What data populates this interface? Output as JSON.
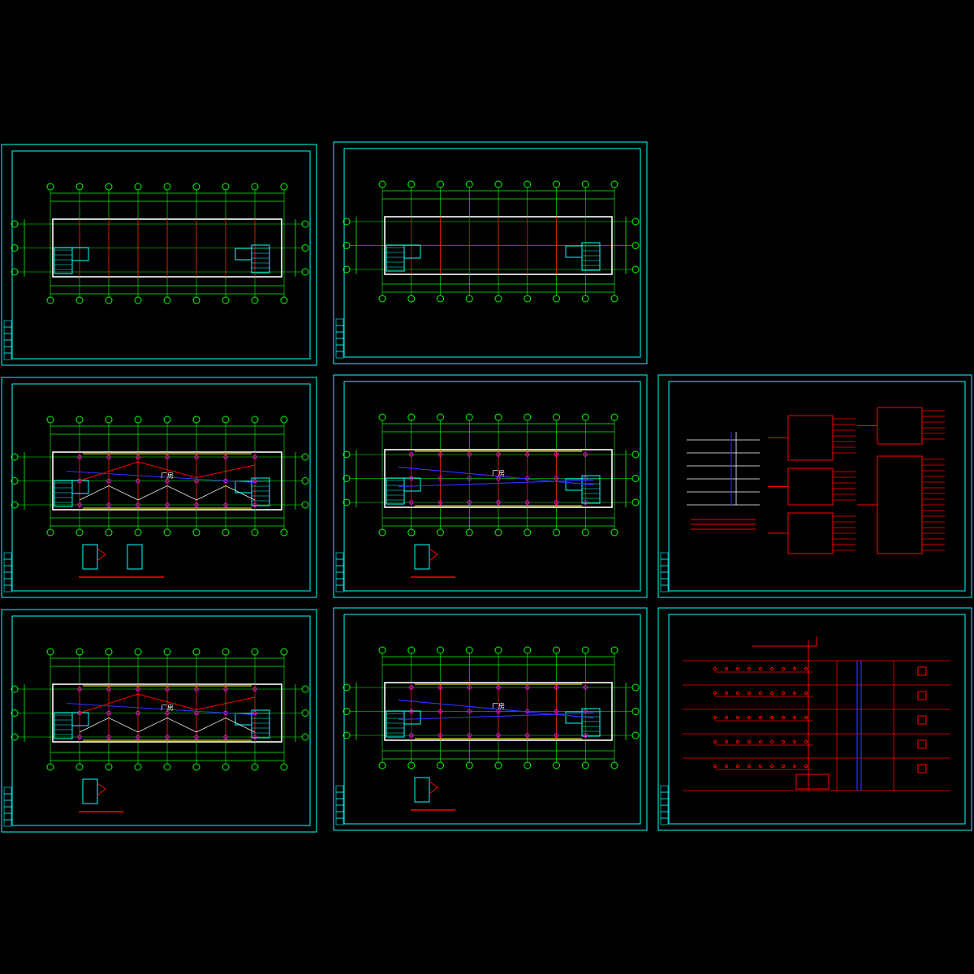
{
  "canvas": {
    "background": "#000000"
  },
  "colors": {
    "frame": "#00FFFF",
    "title_block": "#00FFFF",
    "axis_grid": "#00FF00",
    "column_line": "#FF0000",
    "wall": "#FFFFFF",
    "stair": "#00FFFF",
    "wiring": "#FF0000",
    "wiring_alt": "#3030FF",
    "fixture": "#FF00FF",
    "accent": "#FFFF00"
  },
  "sheets": [
    {
      "id": "sheet-1",
      "kind": "plan",
      "variant": "plain"
    },
    {
      "id": "sheet-2",
      "kind": "plan",
      "variant": "plain"
    },
    {
      "id": "sheet-3",
      "kind": "plan",
      "variant": "wired-a",
      "room_label": "厂房"
    },
    {
      "id": "sheet-4",
      "kind": "plan",
      "variant": "wired-b",
      "room_label": "厂房"
    },
    {
      "id": "sheet-5",
      "kind": "system",
      "variant": "panels"
    },
    {
      "id": "sheet-6",
      "kind": "plan",
      "variant": "wired-a",
      "room_label": "厂房"
    },
    {
      "id": "sheet-7",
      "kind": "plan",
      "variant": "wired-b",
      "room_label": "厂房"
    },
    {
      "id": "sheet-8",
      "kind": "system",
      "variant": "riser"
    }
  ]
}
